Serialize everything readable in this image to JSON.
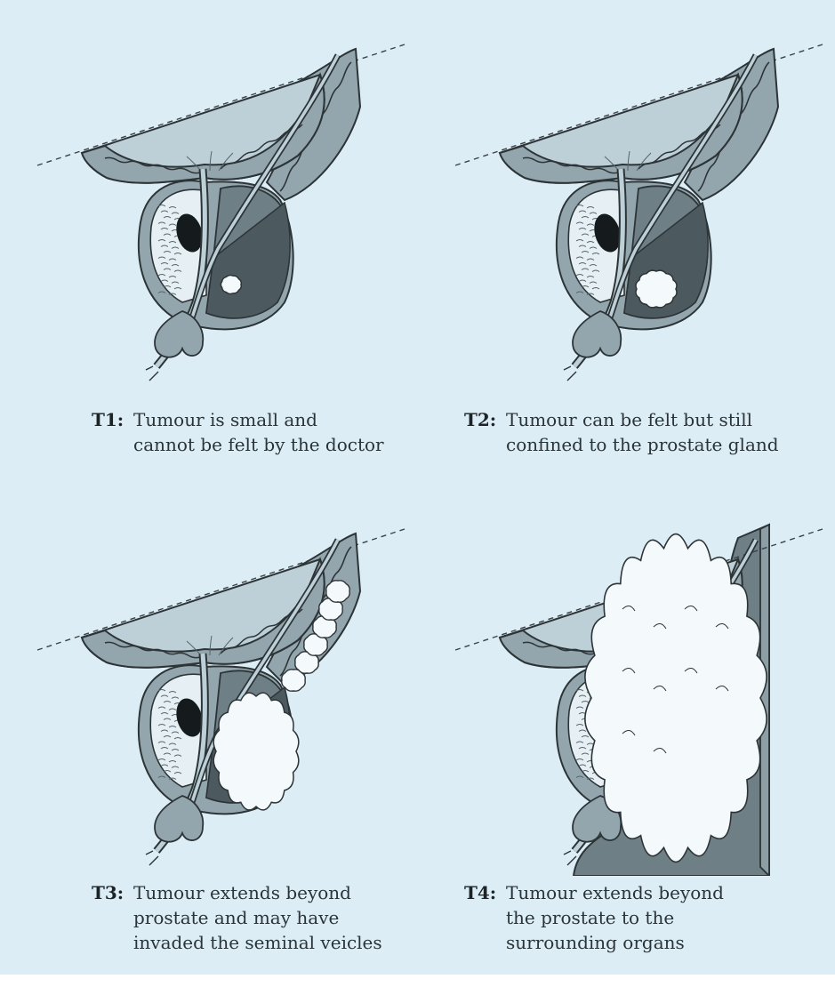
{
  "stages": [
    {
      "code": "T1:",
      "lines": [
        "Tumour is small and",
        "cannot be felt by the doctor"
      ],
      "tumour": "small"
    },
    {
      "code": "T2:",
      "lines": [
        "Tumour can be felt but still",
        "confined to the prostate gland"
      ],
      "tumour": "medium"
    },
    {
      "code": "T3:",
      "lines": [
        "Tumour extends beyond",
        "prostate and may have",
        "invaded the seminal veicles"
      ],
      "tumour": "large-seminal"
    },
    {
      "code": "T4:",
      "lines": [
        "Tumour extends beyond",
        "the prostate to the",
        "surrounding organs"
      ],
      "tumour": "surrounding-organs"
    }
  ],
  "colors": {
    "background": "#dcedf5",
    "bladder": "#bdd0d8",
    "wall": "#93a6ae",
    "prostate_dark": "#6e7f86",
    "prostate_darker": "#4c5a60",
    "tumour": "#f4f9fc",
    "organ": "#8e9ea5",
    "outline": "#2d3437"
  }
}
